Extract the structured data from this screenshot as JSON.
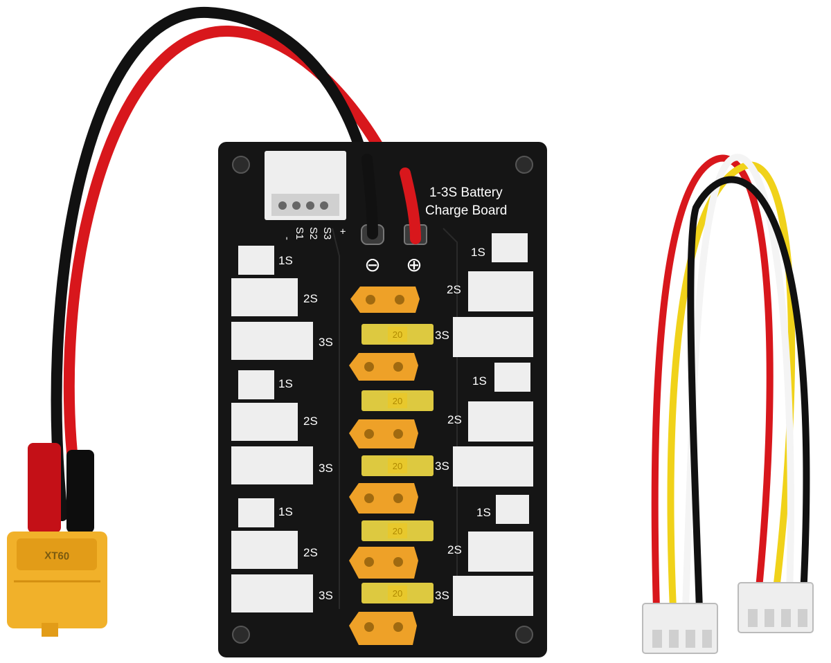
{
  "board": {
    "title_line1": "1-3S Battery",
    "title_line2": "Charge Board",
    "pins": {
      "minus": "-",
      "s1": "S1",
      "s2": "S2",
      "s3": "S3",
      "plus": "+"
    },
    "negative_symbol": "⊖",
    "positive_symbol": "⊕",
    "left_groups": [
      {
        "l1": "1S",
        "l2": "2S",
        "l3": "3S"
      },
      {
        "l1": "1S",
        "l2": "2S",
        "l3": "3S"
      },
      {
        "l1": "1S",
        "l2": "2S",
        "l3": "3S"
      }
    ],
    "right_groups": [
      {
        "l1": "1S",
        "l2": "2S",
        "l3": "3S"
      },
      {
        "l1": "1S",
        "l2": "2S",
        "l3": "3S"
      },
      {
        "l1": "1S",
        "l2": "2S",
        "l3": "3S"
      }
    ],
    "fuses": [
      "20",
      "20",
      "20",
      "20",
      "20"
    ]
  },
  "plug": {
    "label": "XT60"
  },
  "colors": {
    "board": "#151515",
    "wire_red": "#d8171c",
    "wire_black": "#111111",
    "wire_yellow": "#f0d21a",
    "wire_white": "#f4f4f4",
    "xt60": "#f1b12a",
    "xt30": "#eea128",
    "fuse": "#f3dd45",
    "jst": "#eeeeee"
  }
}
